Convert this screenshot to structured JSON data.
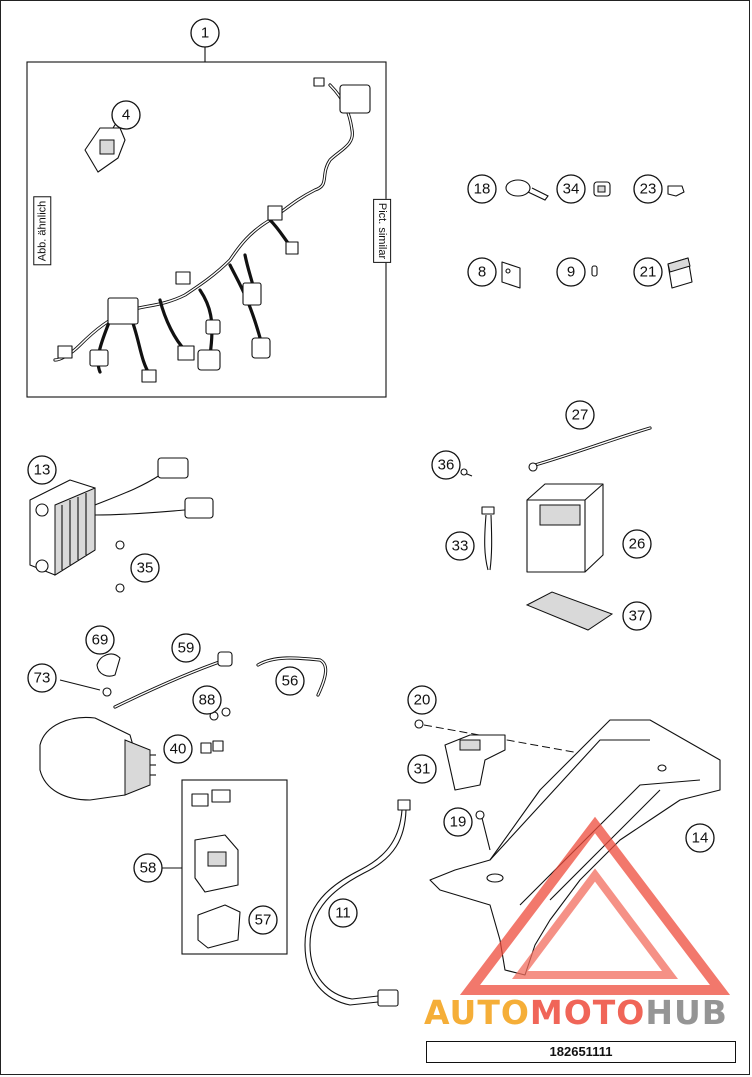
{
  "diagram": {
    "callouts": [
      "1",
      "4",
      "18",
      "34",
      "23",
      "8",
      "9",
      "21",
      "13",
      "35",
      "36",
      "27",
      "33",
      "26",
      "37",
      "69",
      "59",
      "73",
      "56",
      "88",
      "40",
      "58",
      "57",
      "20",
      "31",
      "19",
      "14",
      "11"
    ],
    "labels": {
      "left_box": "Abb. ähnlich",
      "right_box": "Pict. similar"
    },
    "part_number": "182651111"
  },
  "watermark": {
    "part1": "AUTO",
    "part2": "MOTO",
    "part3": "HUB",
    "colors": {
      "auto": "#f5a623",
      "moto": "#ee4b3b",
      "hub": "#8a8a8a"
    },
    "logo": "triangle-logo"
  }
}
